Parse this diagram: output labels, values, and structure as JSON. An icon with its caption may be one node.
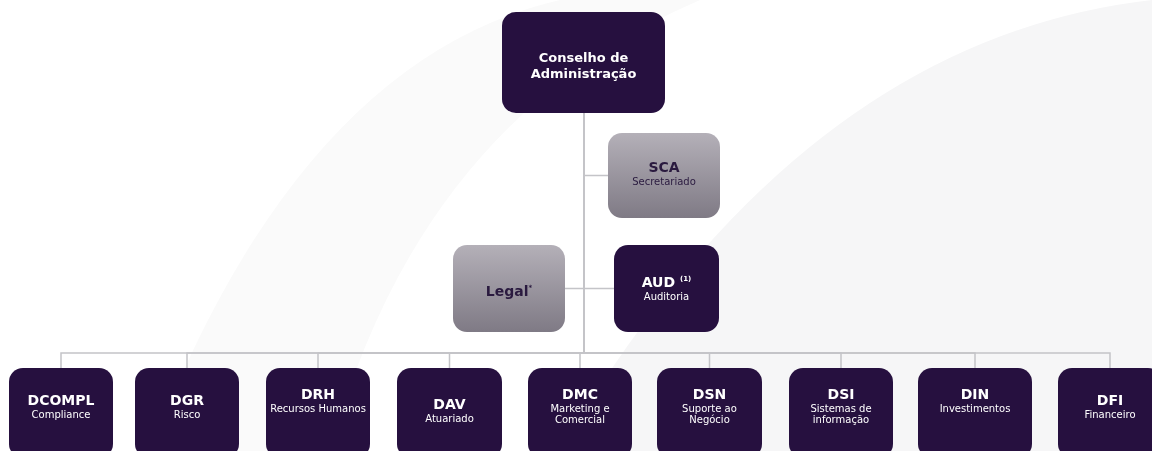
{
  "diagram": {
    "nodes": [
      {
        "text": [
          "Conselho de Administração"
        ]
      },
      {
        "text": [
          "SCA",
          "Secretariado"
        ]
      },
      {
        "text": [
          "Legal$^{*}$"
        ]
      },
      {
        "text": [
          "AUD $^{(1)}$",
          "Auditoria"
        ]
      },
      {
        "text": [
          "DCOMPL",
          "Compliance"
        ]
      },
      {
        "text": [
          "DGR",
          "Risco"
        ]
      },
      {
        "text": [
          "DRH",
          "Recursos Humanos"
        ]
      },
      {
        "text": [
          "DAV",
          "Atuariado"
        ]
      },
      {
        "text": [
          "DMC",
          "Marketing e Comercial"
        ]
      },
      {
        "text": [
          "DSN",
          "Suporte ao Negócio"
        ]
      },
      {
        "text": [
          "DSI",
          "Sistemas de informação"
        ]
      },
      {
        "text": [
          "DIN",
          "Investimentos"
        ]
      },
      {
        "text": [
          "DFI",
          "Financeiro"
        ]
      }
    ],
    "edges": [
      {
        "from": 0,
        "to": 1,
        "arrow": "none"
      },
      {
        "from": 0,
        "to": 2,
        "arrow": "none"
      },
      {
        "from": 0,
        "to": 3,
        "arrow": "none"
      },
      {
        "from": 0,
        "to": 4,
        "arrow": "none"
      },
      {
        "from": 0,
        "to": 5,
        "arrow": "none"
      },
      {
        "from": 0,
        "to": 6,
        "arrow": "none"
      },
      {
        "from": 0,
        "to": 7,
        "arrow": "none"
      },
      {
        "from": 0,
        "to": 8,
        "arrow": "none"
      },
      {
        "from": 0,
        "to": 9,
        "arrow": "none"
      },
      {
        "from": 0,
        "to": 10,
        "arrow": "none"
      },
      {
        "from": 0,
        "to": 11,
        "arrow": "none"
      },
      {
        "from": 0,
        "to": 12,
        "arrow": "none"
      }
    ]
  }
}
